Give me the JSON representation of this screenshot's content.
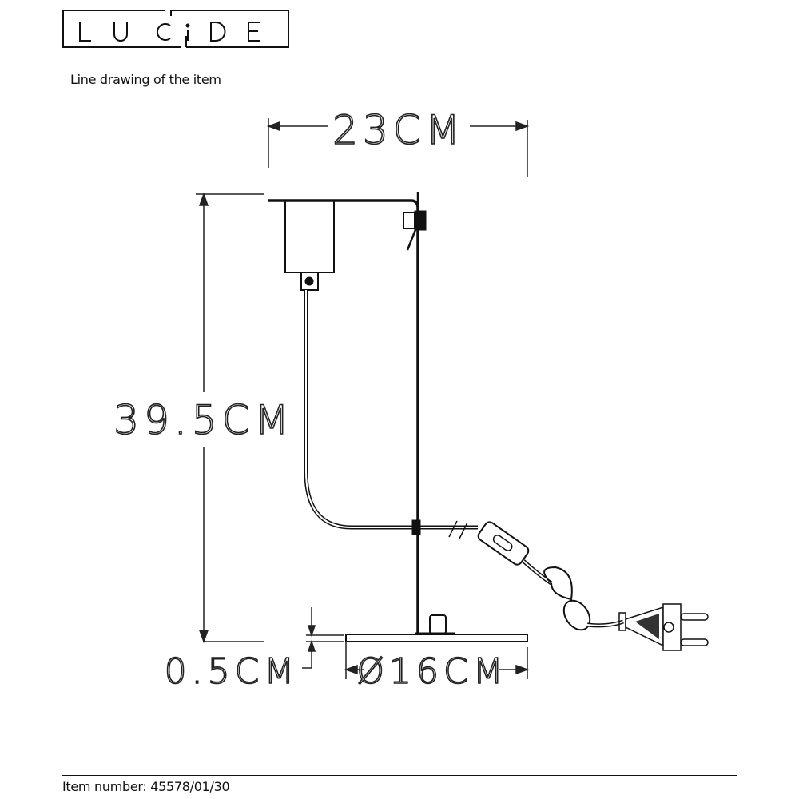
{
  "brand": {
    "logo_text": "LUCIDE"
  },
  "caption": "Line drawing of the item",
  "item_number": "Item number: 45578/01/30",
  "dimensions": {
    "width": "23CM",
    "height": "39.5CM",
    "base_thickness": "0.5CM",
    "base_diameter": "Ø16CM"
  }
}
